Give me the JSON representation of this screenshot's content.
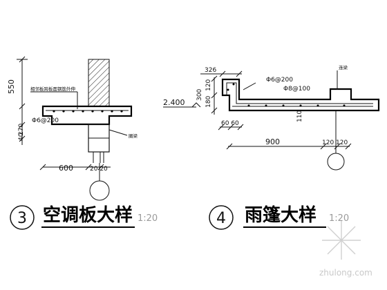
{
  "detail3": {
    "number": "3",
    "title": "空调板大样",
    "scale": "1:20",
    "dim_550": "550",
    "dim_270": "270",
    "dim_40": "40",
    "dim_600": "600",
    "dim_2020": "20 20",
    "rebar": "Φ6@200",
    "note_anchor": "相邻板跨板面钢筋外伸",
    "note_beam": "圈梁"
  },
  "detail4": {
    "number": "4",
    "title": "雨篷大样",
    "scale": "1:20",
    "dim_326": "326",
    "dim_300": "300",
    "dim_180": "180",
    "dim_120": "120",
    "level": "2.400",
    "rebar_top": "Φ6@200",
    "rebar_bot": "Φ8@100",
    "note_beam": "连梁",
    "dim_110": "110",
    "dim_6060": "60 60",
    "dim_900": "900",
    "dim_120120": "120 120"
  },
  "watermark": "zhulong.com"
}
